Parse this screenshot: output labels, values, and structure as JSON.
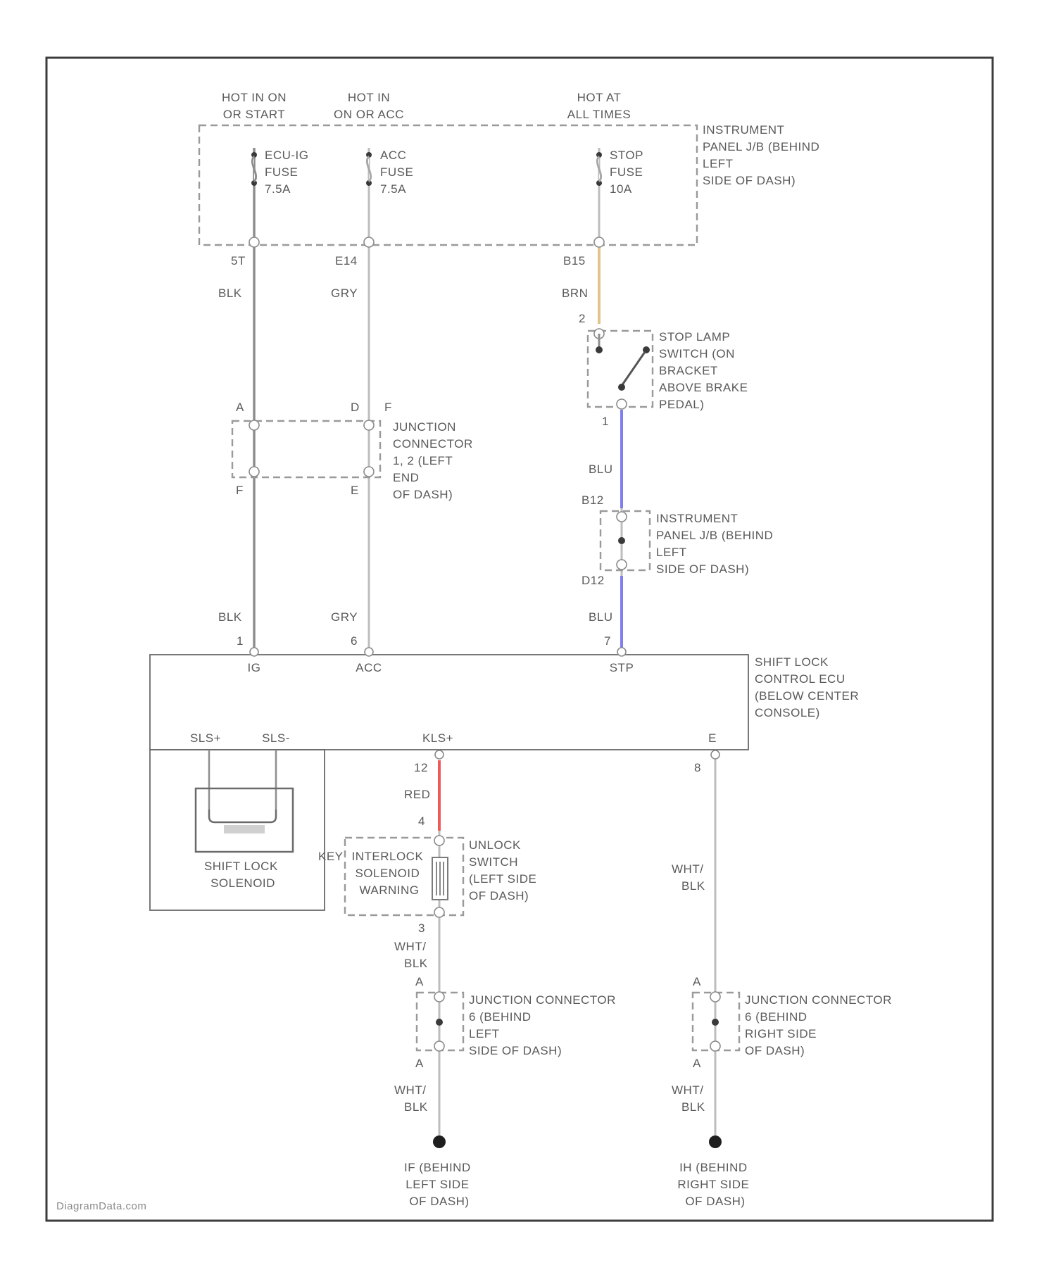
{
  "power_sources": {
    "ig": [
      "HOT IN ON",
      "OR START"
    ],
    "acc": [
      "HOT IN",
      "ON OR ACC"
    ],
    "always": [
      "HOT AT",
      "ALL TIMES"
    ]
  },
  "panel_jb_top": [
    "INSTRUMENT",
    "PANEL J/B (BEHIND",
    "LEFT",
    "SIDE OF DASH)"
  ],
  "fuses": {
    "ecu_ig": [
      "ECU-IG",
      "FUSE",
      "7.5A"
    ],
    "acc": [
      "ACC",
      "FUSE",
      "7.5A"
    ],
    "stop": [
      "STOP",
      "FUSE",
      "10A"
    ]
  },
  "pins": {
    "top_ig": "5T",
    "top_acc": "E14",
    "top_stop": "B15",
    "stop_sw_in": "2",
    "stop_sw_out": "1",
    "jc1_a": "A",
    "jc1_b": "D",
    "jc1_c": "F",
    "jc1_f": "F",
    "jc1_e": "E",
    "jb2_in": "B12",
    "jb2_out": "D12",
    "ecu_ig": "1",
    "ecu_acc": "6",
    "ecu_stp": "7",
    "kls_out": "12",
    "unlock_in": "4",
    "unlock_out": "3",
    "ecu_e": "8",
    "jc6l_in": "A",
    "jc6l_out": "A",
    "jc6r_in": "A",
    "jc6r_out": "A"
  },
  "wire_colors": {
    "blk": "BLK",
    "gry": "GRY",
    "brn": "BRN",
    "blu": "BLU",
    "red": "RED",
    "wht_blk": [
      "WHT/",
      "BLK"
    ]
  },
  "stop_lamp_switch": [
    "STOP LAMP",
    "SWITCH (ON",
    "BRACKET",
    "ABOVE BRAKE",
    "PEDAL)"
  ],
  "junction_connector_1": [
    "JUNCTION",
    "CONNECTOR",
    "1, 2 (LEFT",
    "END",
    "OF DASH)"
  ],
  "panel_jb_mid": [
    "INSTRUMENT",
    "PANEL J/B (BEHIND",
    "LEFT",
    "SIDE OF DASH)"
  ],
  "ecu": {
    "label": [
      "SHIFT LOCK",
      "CONTROL ECU",
      "(BELOW CENTER",
      "CONSOLE)"
    ],
    "terminals": {
      "ig": "IG",
      "acc": "ACC",
      "stp": "STP",
      "sls_plus": "SLS+",
      "sls_minus": "SLS-",
      "kls_plus": "KLS+",
      "e": "E"
    }
  },
  "solenoid": [
    "SHIFT LOCK",
    "SOLENOID"
  ],
  "key_interlock": {
    "prefix": "KEY",
    "label": [
      "INTERLOCK",
      "SOLENOID",
      "WARNING"
    ]
  },
  "unlock_switch": [
    "UNLOCK",
    "SWITCH",
    "(LEFT SIDE",
    "OF DASH)"
  ],
  "junction_connector_6l": [
    "JUNCTION CONNECTOR",
    "6 (BEHIND",
    "LEFT",
    "SIDE OF DASH)"
  ],
  "junction_connector_6r": [
    "JUNCTION CONNECTOR",
    "6 (BEHIND",
    "RIGHT SIDE",
    "OF DASH)"
  ],
  "grounds": {
    "left": [
      "IF (BEHIND",
      "LEFT SIDE",
      "OF DASH)"
    ],
    "right": [
      "IH (BEHIND",
      "RIGHT SIDE",
      "OF DASH)"
    ]
  },
  "watermark": "DiagramData.com",
  "colors": {
    "brn_wire": "#e0c48a",
    "blu_wire": "#7f7fee",
    "red_wire": "#ee5a5a"
  }
}
